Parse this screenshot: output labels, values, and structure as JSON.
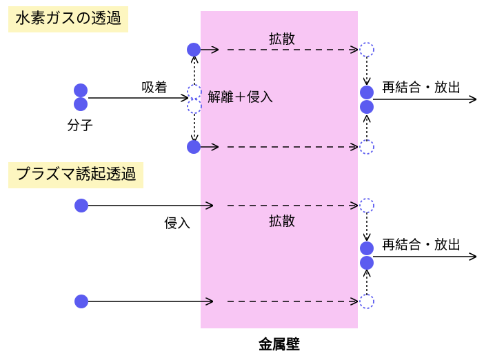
{
  "diagram": {
    "sections": [
      {
        "title": "水素ガスの透過",
        "labels": {
          "molecule": "分子",
          "adsorption": "吸着",
          "dissociation": "解離＋侵入",
          "diffusion": "拡散",
          "recombination": "再結合・放出"
        }
      },
      {
        "title": "プラズマ誘起透過",
        "labels": {
          "penetration": "侵入",
          "diffusion": "拡散",
          "recombination": "再結合・放出"
        }
      }
    ],
    "wall_label": "金属壁",
    "colors": {
      "wall": "#f8c6f4",
      "atom": "#5b5bf0",
      "heading_bg": "#fdf6c0"
    }
  }
}
